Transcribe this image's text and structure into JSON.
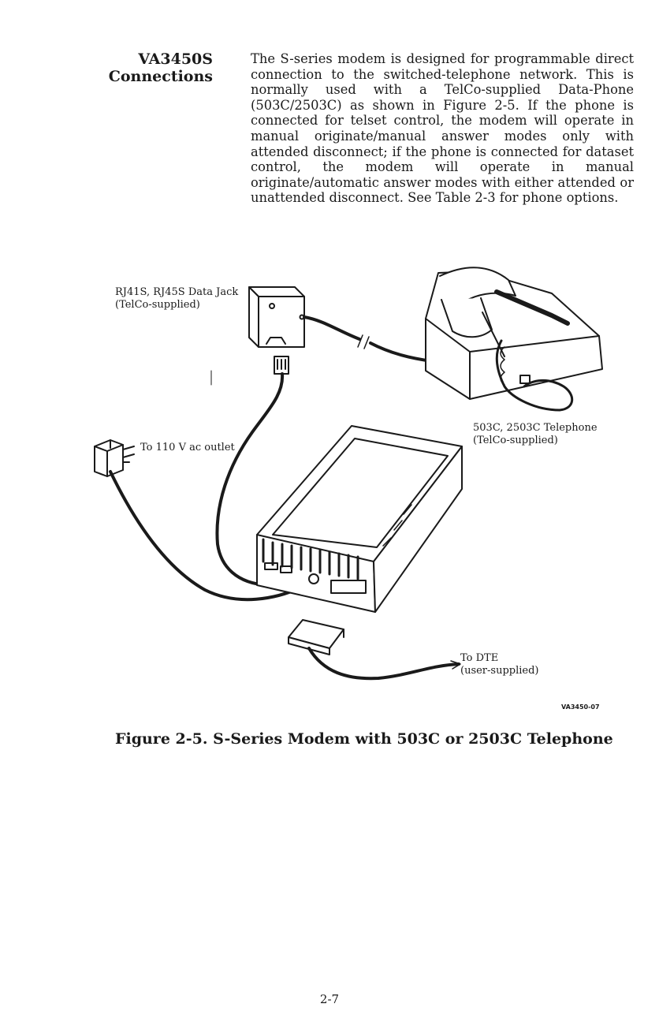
{
  "section": {
    "heading_line1": "VA3450S",
    "heading_line2": "Connections",
    "body": "The S-series modem is designed for programmable direct connection to the switched-telephone network. This is normally used with a TelCo-supplied Data-Phone (503C/2503C) as shown in Figure 2-5. If the phone is connected for telset control, the modem will operate in manual originate/manual answer modes only with attended disconnect; if the phone is connected for dataset control, the modem will operate in manual originate/automatic answer modes with either attended or unattended disconnect. See Table 2-3 for phone options."
  },
  "figure": {
    "jack_label_line1": "RJ41S, RJ45S Data Jack",
    "jack_label_line2": "(TelCo-supplied)",
    "outlet_label": "To 110 V ac outlet",
    "phone_label_line1": "503C, 2503C Telephone",
    "phone_label_line2": "(TelCo-supplied)",
    "dte_label_line1": "To DTE",
    "dte_label_line2": "(user-supplied)",
    "figure_id": "VA3450-07",
    "caption": "Figure 2-5.  S-Series Modem with 503C or 2503C Telephone"
  },
  "page_number": "2-7"
}
